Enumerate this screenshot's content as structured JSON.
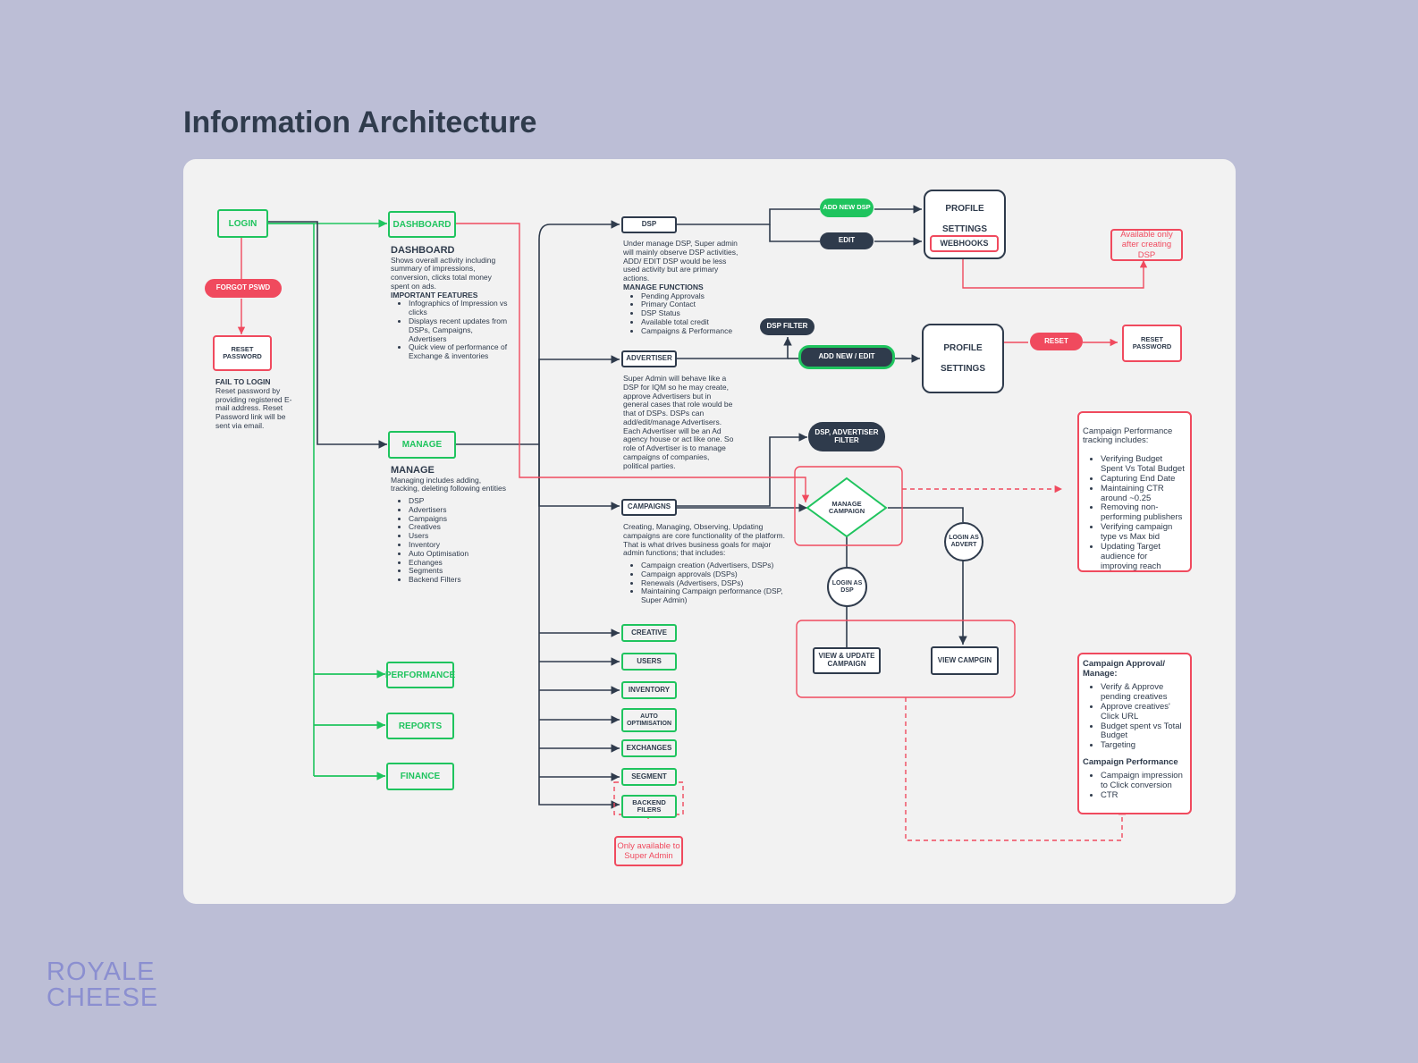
{
  "page_title": "Information Architecture",
  "brand": {
    "line1": "ROYALE",
    "line2": "CHEESE"
  },
  "nodes": {
    "login": "LOGIN",
    "forgot_pswd": "FORGOT PSWD",
    "reset_password_login": "RESET PASSWORD",
    "dashboard": "DASHBOARD",
    "manage": "MANAGE",
    "performance": "PERFORMANCE",
    "reports": "REPORTS",
    "finance": "FINANCE",
    "dsp": "DSP",
    "advertiser": "ADVERTISER",
    "campaigns": "CAMPAIGNS",
    "creative": "CREATIVE",
    "users": "USERS",
    "inventory": "INVENTORY",
    "auto_optimisation": "AUTO OPTIMISATION",
    "exchanges": "EXCHANGES",
    "segment": "SEGMENT",
    "backend_filers": "BACKEND FILERS",
    "add_new_dsp": "ADD NEW DSP",
    "edit": "EDIT",
    "profile_settings_1_a": "PROFILE",
    "profile_settings_1_b": "SETTINGS",
    "webhooks": "WEBHOOKS",
    "dsp_filter": "DSP FILTER",
    "add_new_edit": "ADD NEW / EDIT",
    "profile_settings_2_a": "PROFILE",
    "profile_settings_2_b": "SETTINGS",
    "reset": "RESET",
    "reset_password_adv": "RESET PASSWORD",
    "dsp_advertiser_filter": "DSP, ADVERTISER FILTER",
    "manage_campaign": "MANAGE CAMPAIGN",
    "login_as_advert": "LOGIN AS ADVERT",
    "login_as_dsp": "LOGIN AS DSP",
    "view_update_campaign": "VIEW & UPDATE CAMPAIGN",
    "view_campgin": "VIEW CAMPGIN"
  },
  "notes": {
    "webhooks_note": "Available only after creating DSP",
    "backend_note": "Only available to Super Admin"
  },
  "login_text": {
    "title": "FAIL TO LOGIN",
    "body": "Reset password by providing registered E-mail address. Reset Password link will be sent via email."
  },
  "dashboard_text": {
    "title": "DASHBOARD",
    "body": "Shows overall activity including summary of impressions, conversion, clicks total money spent on ads.",
    "features_title": "IMPORTANT FEATURES",
    "features": [
      "Infographics of Impression vs clicks",
      "Displays recent updates from DSPs, Campaigns, Advertisers",
      "Quick view of performance of Exchange & inventories"
    ]
  },
  "manage_text": {
    "title": "MANAGE",
    "body": "Managing includes adding, tracking, deleting following entities",
    "items": [
      "DSP",
      "Advertisers",
      "Campaigns",
      "Creatives",
      "Users",
      "Inventory",
      "Auto Optimisation",
      "Echanges",
      "Segments",
      "Backend Filters"
    ]
  },
  "dsp_text": {
    "body": "Under manage DSP, Super admin will mainly observe DSP activities, ADD/ EDIT DSP would be less used activity but are primary actions.",
    "functions_title": "MANAGE FUNCTIONS",
    "functions": [
      "Pending Approvals",
      "Primary Contact",
      "DSP Status",
      "Available total credit",
      "Campaigns & Performance"
    ]
  },
  "advertiser_text": {
    "body": "Super Admin will behave like a DSP for IQM so he may create, approve Advertisers but in general cases that role would be that of DSPs. DSPs can add/edit/manage Advertisers. Each Advertiser will be an Ad agency house or act like one. So role of Advertiser is to manage campaigns of companies, political parties."
  },
  "campaigns_text": {
    "body": "Creating, Managing, Observing, Updating campaigns are core functionality of the platform. That is what drives business goals for major admin functions; that includes:",
    "items": [
      "Campaign creation (Advertisers, DSPs)",
      "Campaign approvals (DSPs)",
      "Renewals (Advertisers, DSPs)",
      "Maintaining Campaign performance (DSP, Super Admin)"
    ]
  },
  "performance_box": {
    "title": "Campaign Performance tracking includes:",
    "items": [
      "Verifying Budget Spent Vs Total Budget",
      "Capturing End Date",
      "Maintaining CTR around ~0.25",
      "Removing non-performing publishers",
      "Verifying campaign type vs Max bid",
      "Updating Target audience for improving reach"
    ]
  },
  "approval_box": {
    "title": "Campaign Approval/ Manage:",
    "items": [
      "Verify & Approve pending creatives",
      "Approve creatives' Click URL",
      "Budget spent vs Total Budget",
      "Targeting"
    ],
    "title2": "Campaign Performance",
    "items2": [
      "Campaign impression to Click conversion",
      "CTR"
    ]
  },
  "colors": {
    "green": "#1fc45e",
    "red": "#f04a5e",
    "dark": "#2f3b4c",
    "canvas": "#f2f2f2",
    "background": "#bcbed6"
  }
}
